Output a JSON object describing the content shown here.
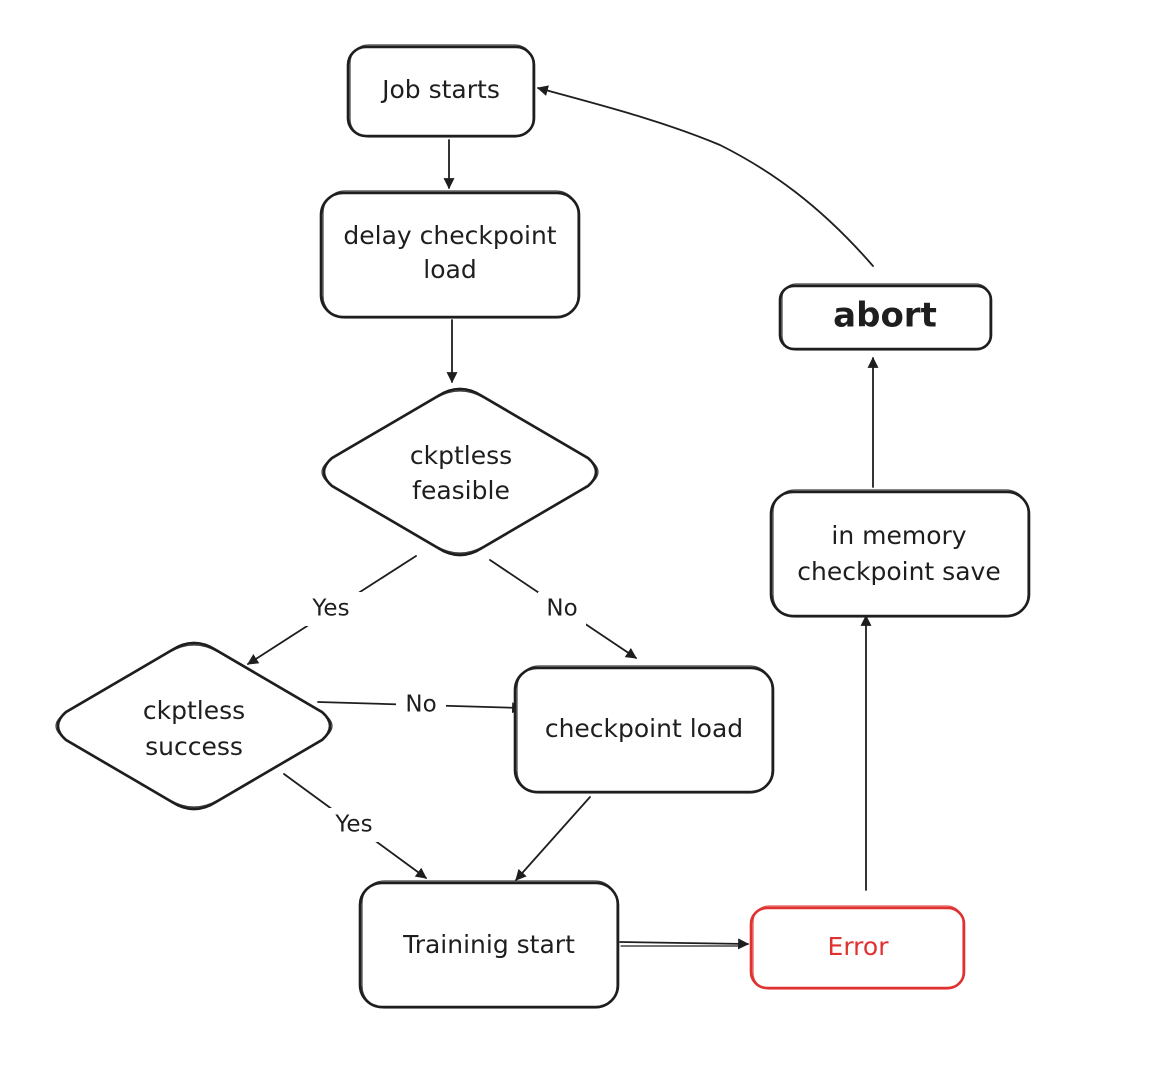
{
  "nodes": {
    "job_starts": {
      "label": "Job starts"
    },
    "delay_load": {
      "line1": "delay checkpoint",
      "line2": "load"
    },
    "feasible": {
      "line1": "ckptless",
      "line2": "feasible"
    },
    "success": {
      "line1": "ckptless",
      "line2": "success"
    },
    "checkpoint_load": {
      "label": "checkpoint load"
    },
    "training_start": {
      "label": "Traininig start"
    },
    "error": {
      "label": "Error"
    },
    "memory_save": {
      "line1": "in memory",
      "line2": "checkpoint save"
    },
    "abort": {
      "label": "abort"
    }
  },
  "edge_labels": {
    "feasible_yes": "Yes",
    "feasible_no": "No",
    "success_no": "No",
    "success_yes": "Yes"
  },
  "colors": {
    "stroke": "#1e1e1e",
    "error": "#e03131",
    "background": "#ffffff"
  }
}
